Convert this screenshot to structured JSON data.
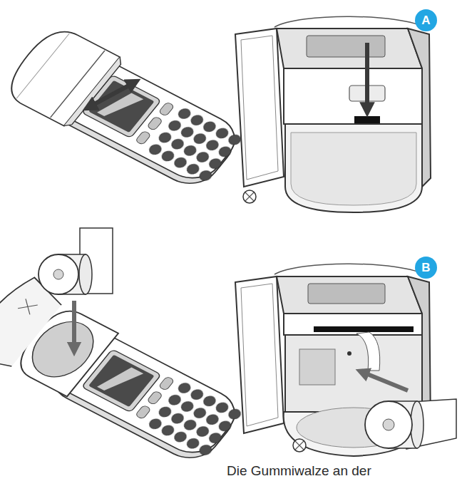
{
  "diagram": {
    "nodes": [
      {
        "text": [
          "A"
        ]
      },
      {
        "text": [
          "B"
        ]
      }
    ],
    "labels": [
      "Die Gummiwalze an der"
    ]
  }
}
